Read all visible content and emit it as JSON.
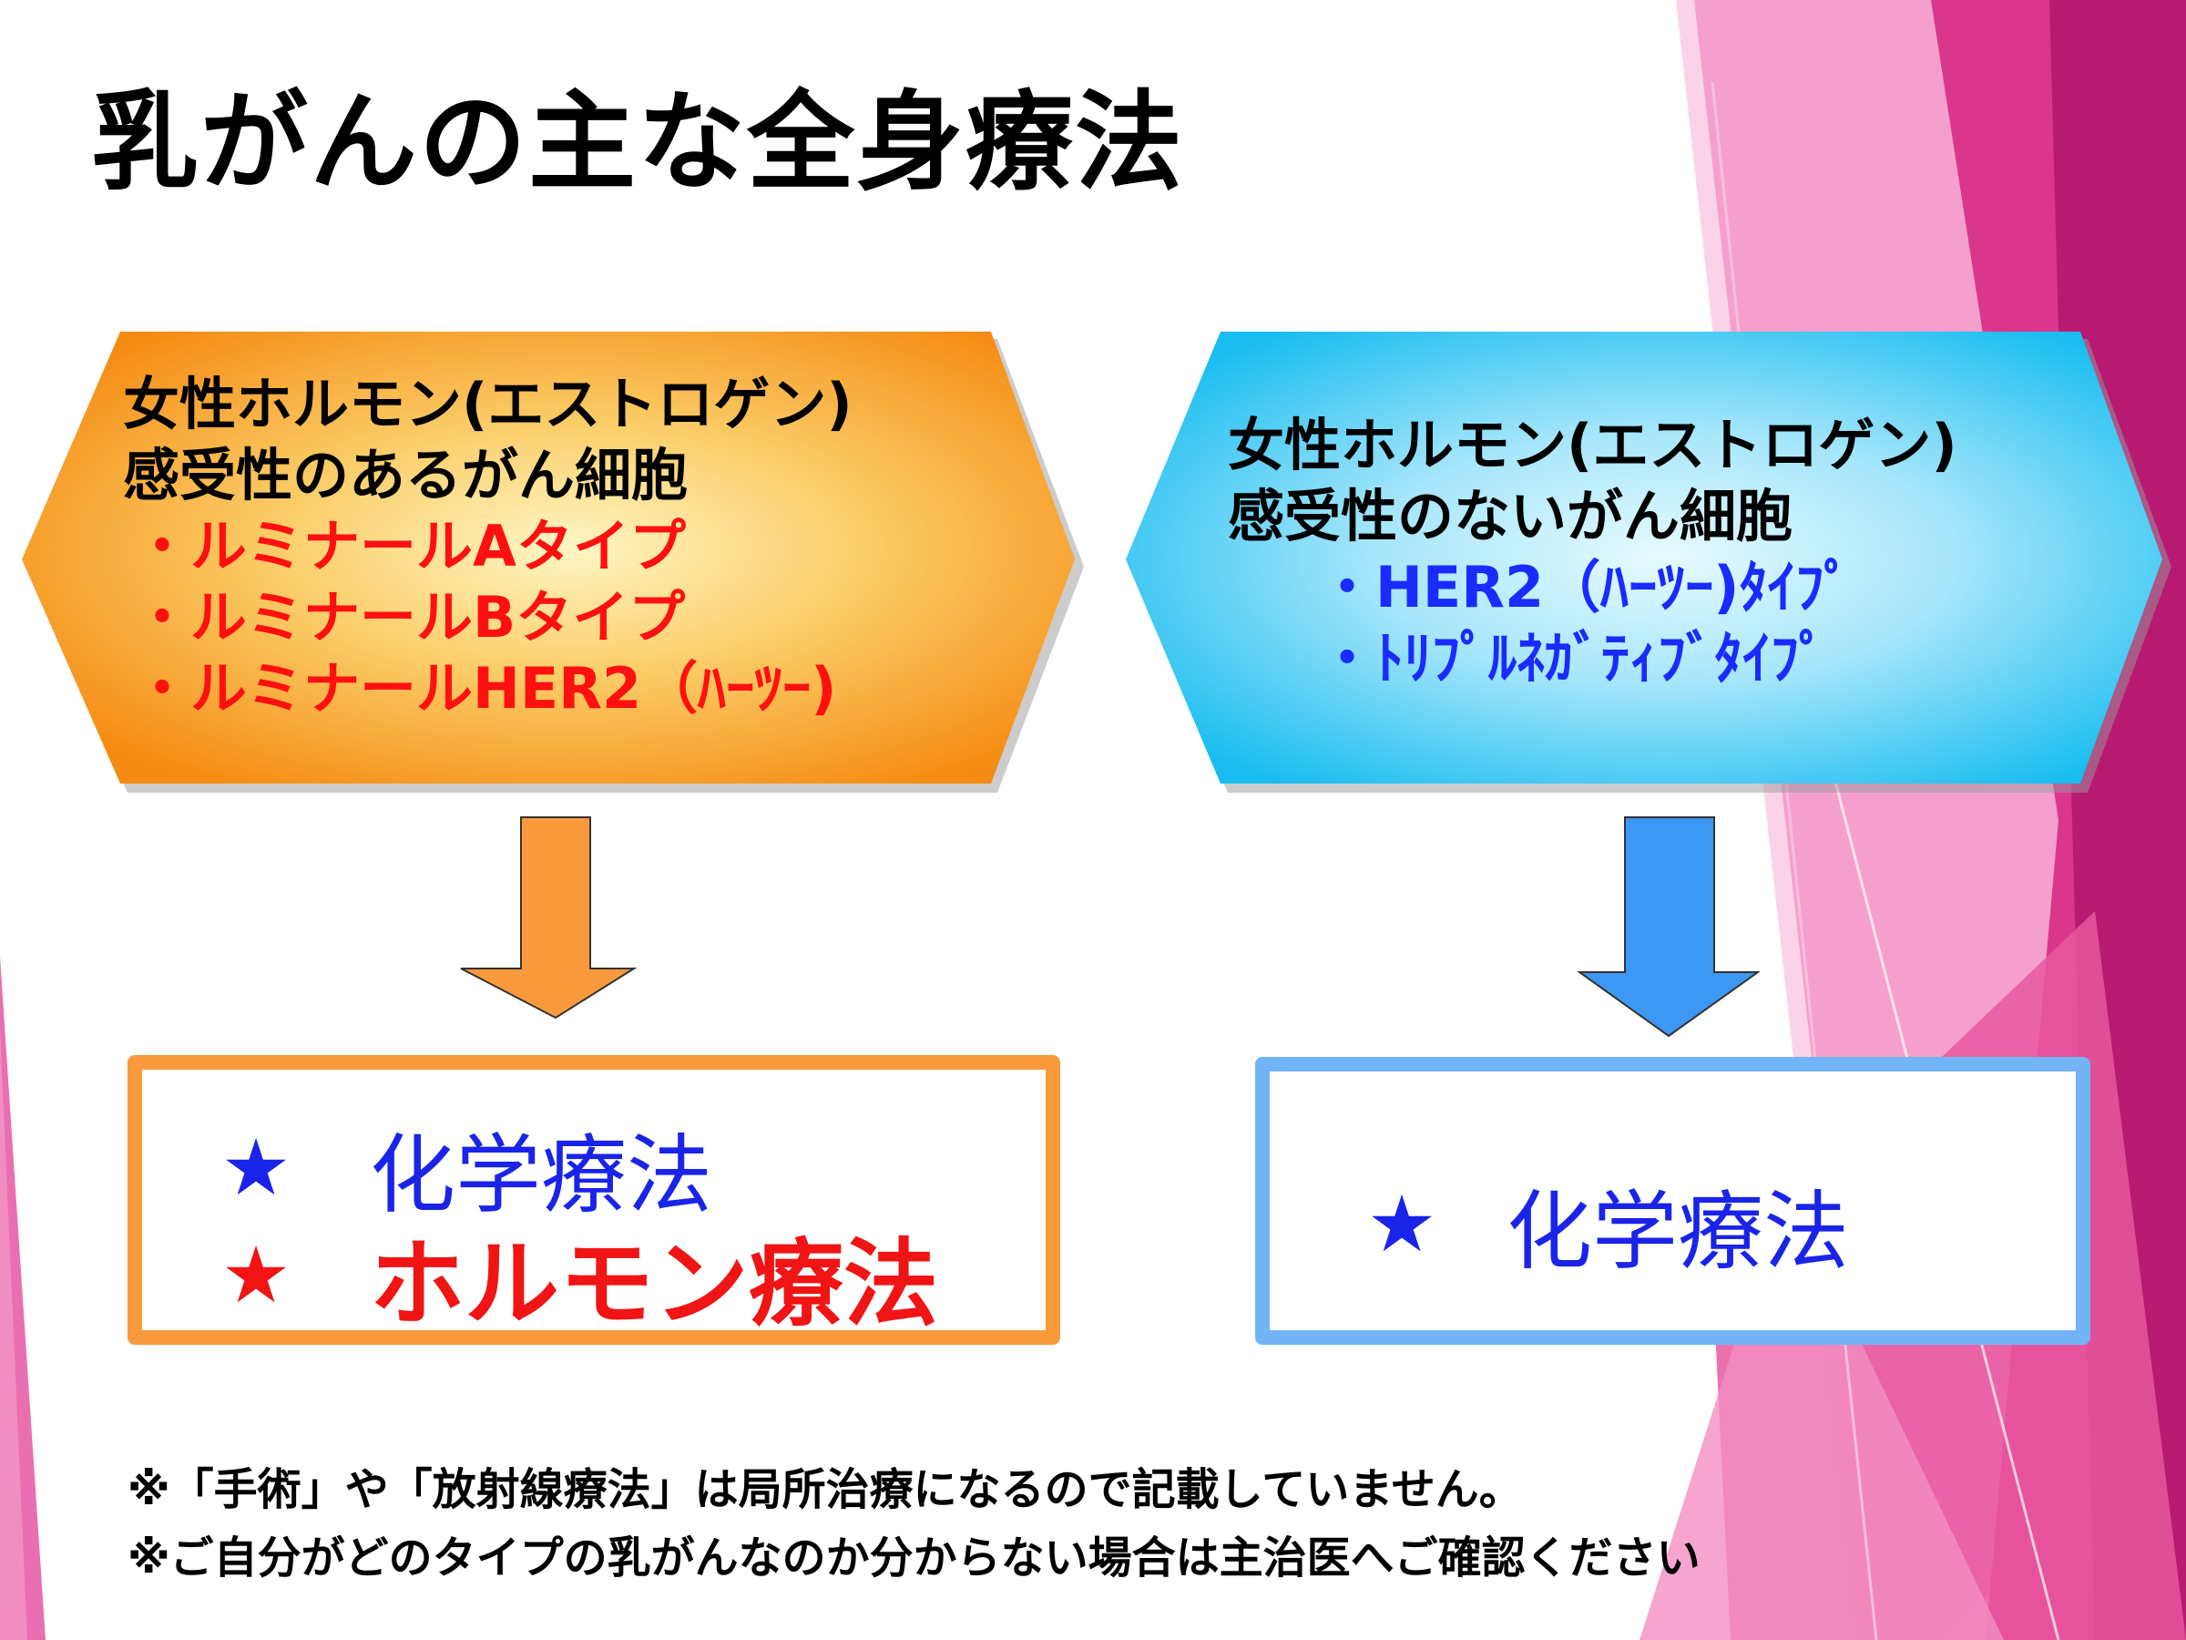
{
  "title": "乳がんの主な全身療法",
  "left_panel": {
    "line1": "女性ホルモン(エストロゲン)",
    "line2": "感受性のあるがん細胞",
    "items": [
      "・ルミナールAタイプ",
      "・ルミナールBタイプ",
      "・ルミナールHER2（ﾊｰﾂｰ)"
    ],
    "treatments": [
      {
        "icon": "★",
        "label": "化学療法"
      },
      {
        "icon": "★",
        "label": "ホルモン療法"
      }
    ]
  },
  "right_panel": {
    "line1": "女性ホルモン(エストロゲン)",
    "line2": "感受性のないがん細胞",
    "items": [
      "・HER2（ﾊｰﾂｰ)ﾀｲﾌﾟ",
      "・ﾄﾘﾌﾟﾙﾈｶﾞﾃｨﾌﾞﾀｲﾌﾟ"
    ],
    "treatments": [
      {
        "icon": "★",
        "label": "化学療法"
      }
    ]
  },
  "notes": [
    "※「手術」や「放射線療法」は局所治療になるので記載していません。",
    "※ご自分がどのタイプの乳がんなのか分からない場合は主治医へご確認ください"
  ],
  "colors": {
    "orange_panel": "#f99a2e",
    "blue_panel": "#2ec8f0",
    "orange_arrow": "#f99a3c",
    "blue_arrow": "#3c98f2",
    "pink_accent": "#e0479a",
    "red_text": "#f01414",
    "blue_text": "#1a24e8"
  }
}
